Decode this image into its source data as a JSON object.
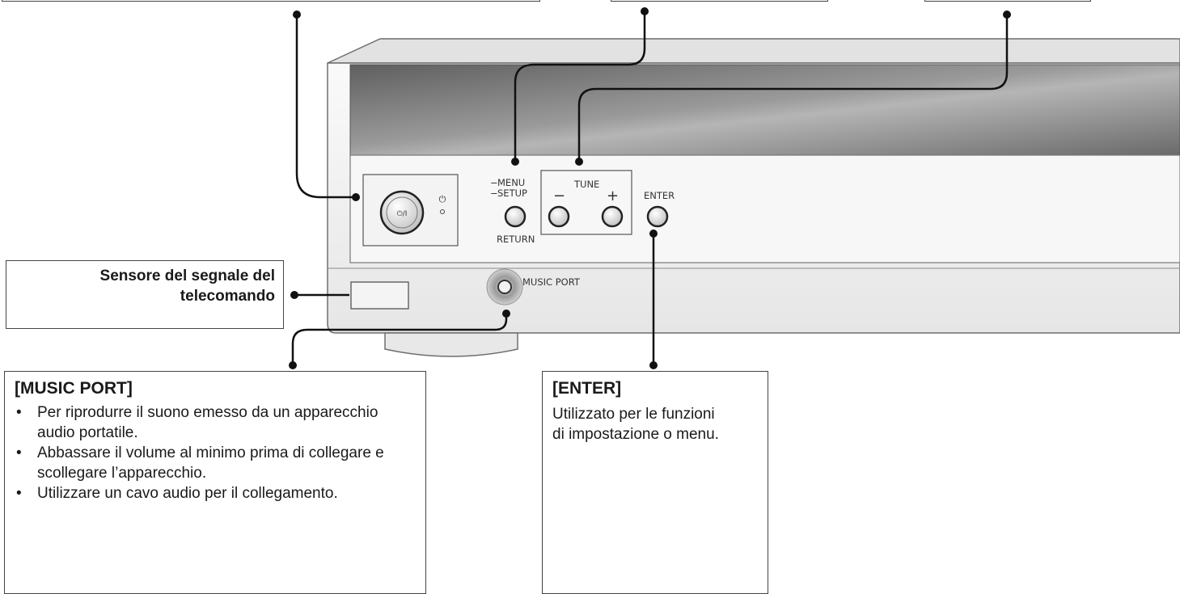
{
  "device_labels": {
    "menu": "MENU",
    "setup": "SETUP",
    "return": "RETURN",
    "tune": "TUNE",
    "tune_minus": "−",
    "tune_plus": "+",
    "enter": "ENTER",
    "power_button": "⏻/I",
    "music_port": "MUSIC PORT"
  },
  "callouts": {
    "sensor": {
      "text": "Sensore del segnale del telecomando"
    },
    "music_port": {
      "title": "[MUSIC PORT]",
      "bullets": [
        "Per riprodurre il suono emesso da un apparecchio audio portatile.",
        "Abbassare il volume al minimo prima di collegare e scollegare l’apparecchio.",
        "Utilizzare un cavo audio per il collegamento."
      ]
    },
    "enter": {
      "title": "[ENTER]",
      "description": "Utilizzato per le funzioni\ndi impostazione o menu."
    }
  },
  "colors": {
    "device_body": "#f2f2f2",
    "device_edge": "#6e6e6e",
    "display_window": "#8a8a8a",
    "callout_border": "#444444",
    "leader_line": "#111111"
  }
}
